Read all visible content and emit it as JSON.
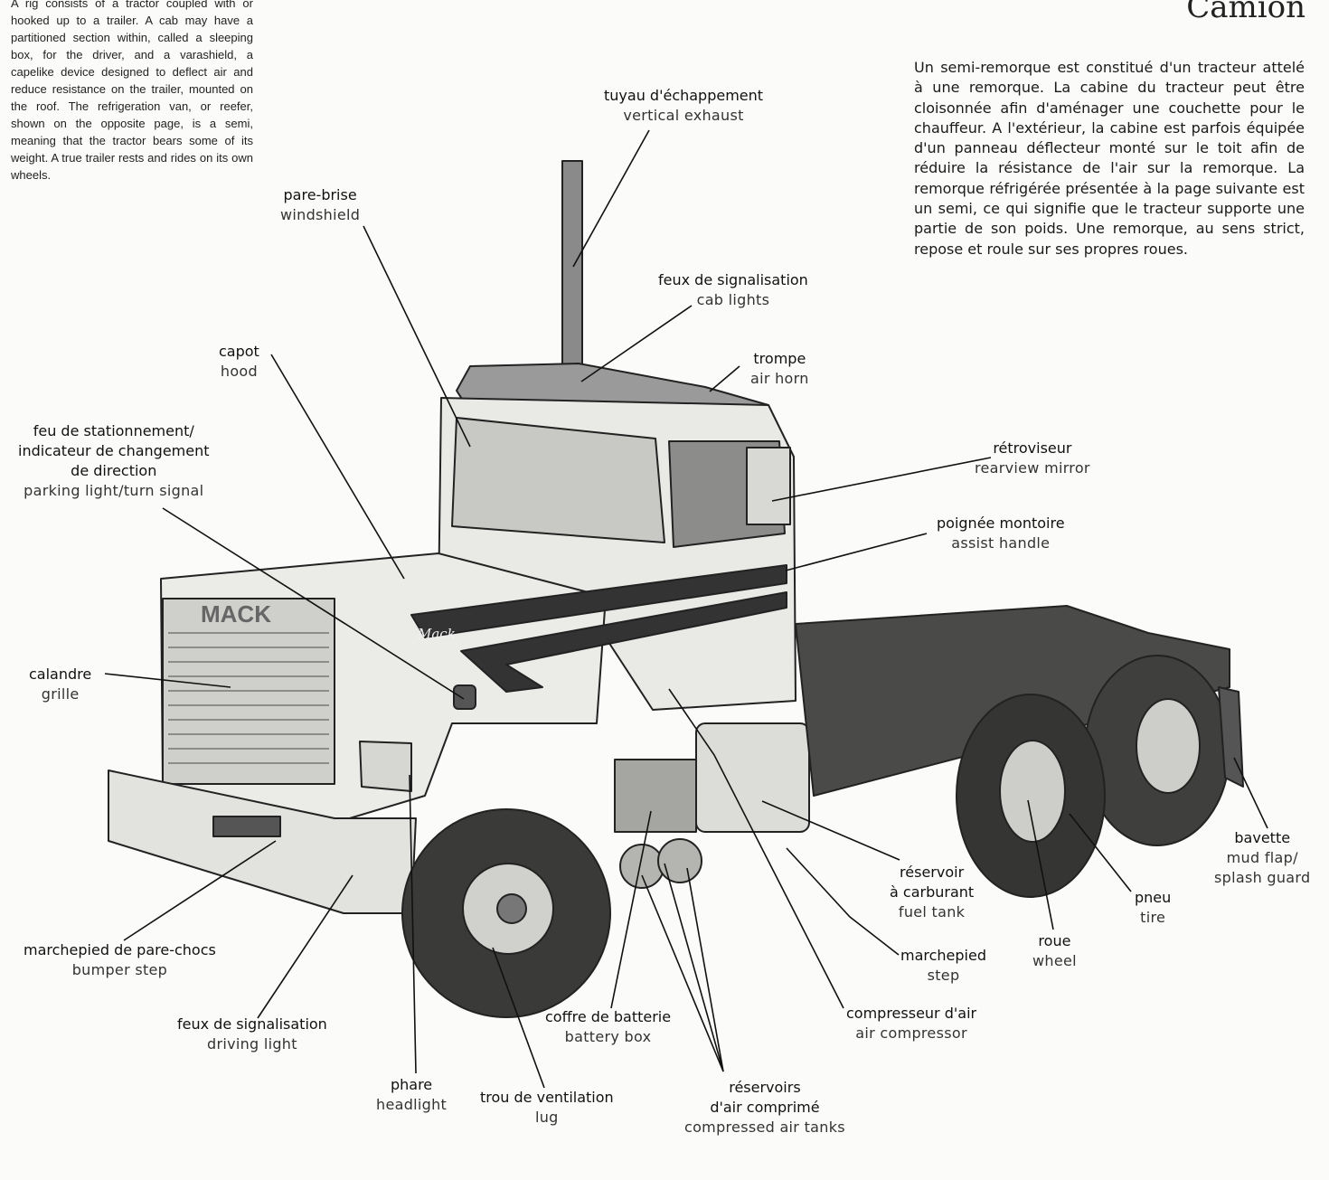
{
  "page": {
    "title": "Camion",
    "intro_en": "A rig consists of a tractor coupled with or hooked up to a trailer. A cab may have a partitioned section within, called a sleeping box, for the driver, and a varashield, a capelike device designed to deflect air and reduce resistance on the trailer, mounted on the roof. The refrigeration van, or reefer, shown on the opposite page, is a semi, meaning that the tractor bears some of its weight. A true trailer rests and rides on its own wheels.",
    "intro_fr": "Un semi-remorque est constitué d'un tracteur attelé à une remorque. La cabine du tracteur peut être cloisonnée afin d'aménager une couchette pour le chauffeur. A l'extérieur, la cabine est parfois équipée d'un panneau déflecteur monté sur le toit afin de réduire la résistance de l'air sur la remorque. La remorque réfrigérée présentée à la page suivante est un semi, ce qui signifie que le tracteur supporte une partie de son poids. Une remorque, au sens strict, repose et roule sur ses propres roues."
  },
  "illustration": {
    "grille_text": "MACK",
    "side_script": "Mack"
  },
  "labels": {
    "exhaust": {
      "fr": "tuyau d'échappement",
      "en": "vertical exhaust"
    },
    "windshield": {
      "fr": "pare-brise",
      "en": "windshield"
    },
    "cab_lights": {
      "fr": "feux de signalisation",
      "en": "cab lights"
    },
    "hood": {
      "fr": "capot",
      "en": "hood"
    },
    "air_horn": {
      "fr": "trompe",
      "en": "air horn"
    },
    "parking": {
      "fr1": "feu de stationnement/",
      "fr2": "indicateur de changement",
      "fr3": "de direction",
      "en": "parking light/turn signal"
    },
    "mirror": {
      "fr": "rétroviseur",
      "en": "rearview mirror"
    },
    "handle": {
      "fr": "poignée montoire",
      "en": "assist handle"
    },
    "grille": {
      "fr": "calandre",
      "en": "grille"
    },
    "mud_flap": {
      "fr": "bavette",
      "en1": "mud flap/",
      "en2": "splash guard"
    },
    "fuel_tank": {
      "fr1": "réservoir",
      "fr2": "à carburant",
      "en": "fuel tank"
    },
    "tire": {
      "fr": "pneu",
      "en": "tire"
    },
    "wheel": {
      "fr": "roue",
      "en": "wheel"
    },
    "bumper_step": {
      "fr": "marchepied de pare-chocs",
      "en": "bumper step"
    },
    "step": {
      "fr": "marchepied",
      "en": "step"
    },
    "driving": {
      "fr": "feux de signalisation",
      "en": "driving light"
    },
    "compressor": {
      "fr": "compresseur d'air",
      "en": "air compressor"
    },
    "battery": {
      "fr": "coffre de batterie",
      "en": "battery box"
    },
    "headlight": {
      "fr": "phare",
      "en": "headlight"
    },
    "lug": {
      "fr": "trou de ventilation",
      "en": "lug"
    },
    "air_tanks": {
      "fr1": "réservoirs",
      "fr2": "d'air comprimé",
      "en": "compressed air tanks"
    }
  }
}
